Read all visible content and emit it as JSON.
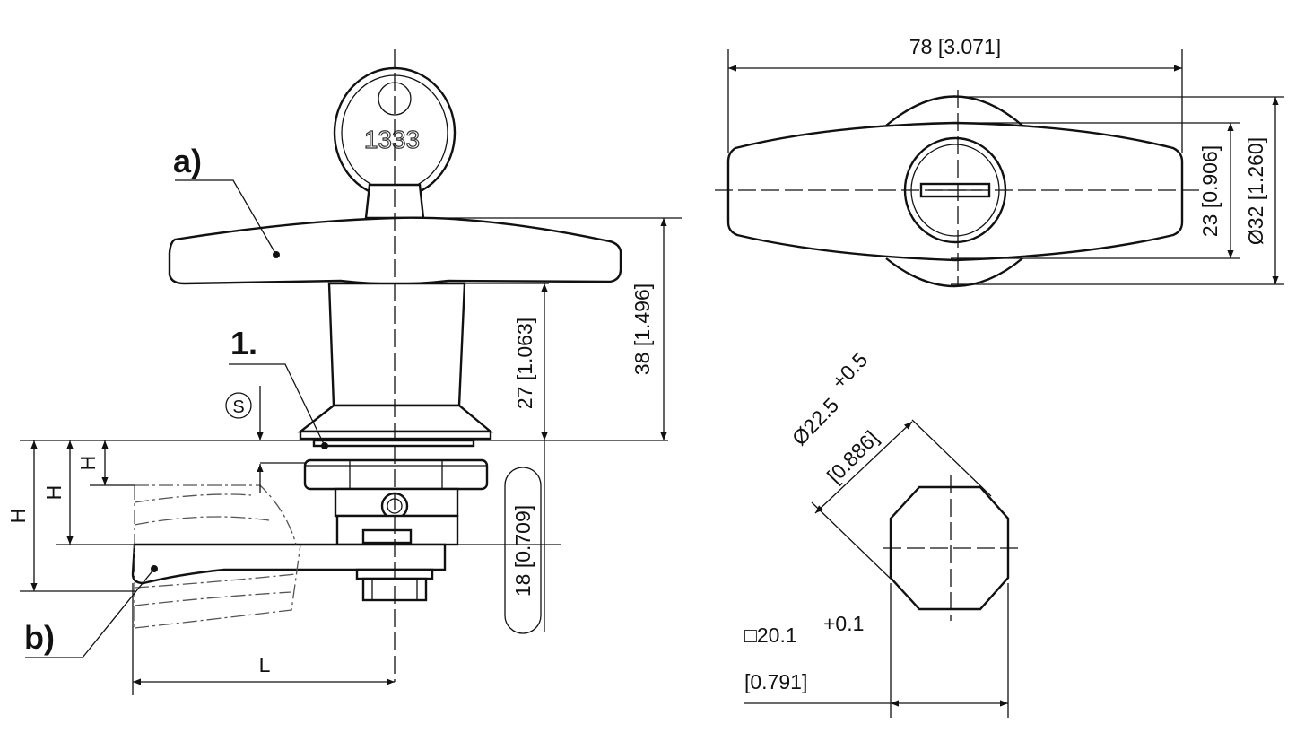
{
  "labels": {
    "a": "a)",
    "b": "b)",
    "one": "1.",
    "s": "S"
  },
  "key_number": "1333",
  "dimensions": {
    "width_78": "78 [3.071]",
    "h23": "23 [0.906]",
    "d32": "Ø32 [1.260]",
    "h38": "38 [1.496]",
    "h27": "27 [1.063]",
    "h18": "18 [0.709]",
    "H": "H",
    "L": "L",
    "d225": "Ø22.5",
    "d225_tol": "+0.5",
    "d225_inch": "[0.886]",
    "sq": "□20.1",
    "sq_tol": "+0.1",
    "sq_inch": "[0.791]"
  }
}
